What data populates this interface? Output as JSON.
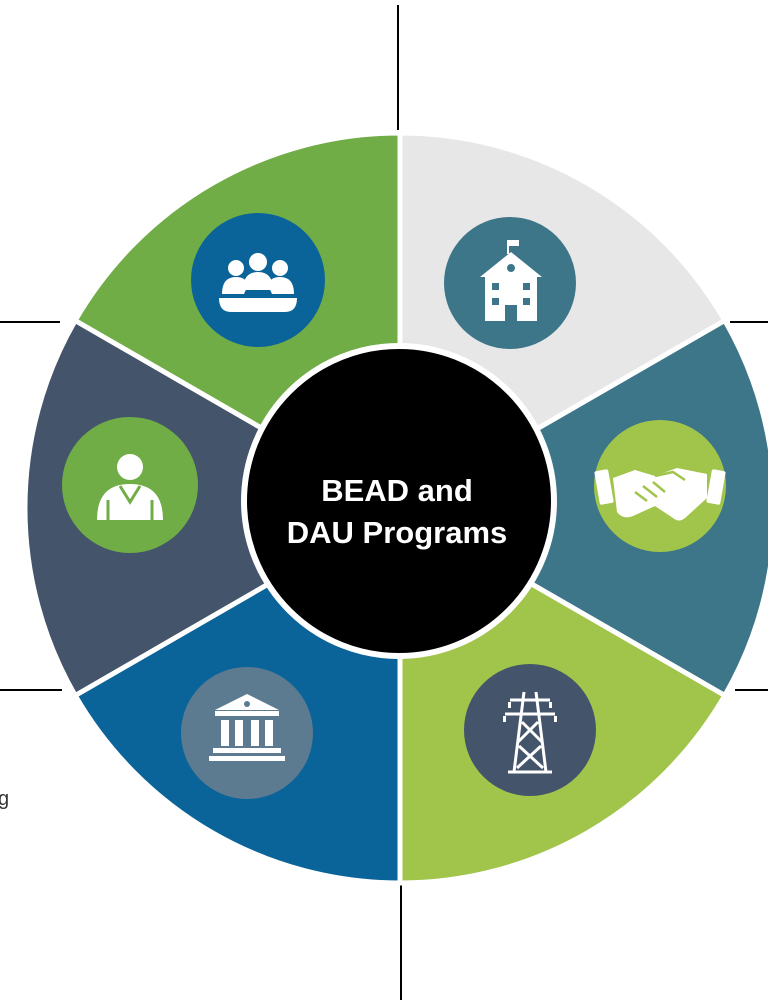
{
  "center": {
    "line1": "BEAD and",
    "line2": "DAU Programs"
  },
  "fragment_text": "g",
  "colors": {
    "green": "#70AD47",
    "light_gray": "#E7E7E7",
    "teal": "#3E7689",
    "lime": "#A1C54B",
    "blue": "#0A6499",
    "slate": "#44546A",
    "center_fill": "#000000",
    "divider": "#ffffff",
    "connector": "#000000",
    "icon_glyph": "#ffffff",
    "icon_bank_badge": "#5C7B91"
  },
  "segments": [
    {
      "id": "top-right",
      "fill": "#E7E7E7",
      "icon": "school-icon",
      "icon_bg": "#3E7689"
    },
    {
      "id": "right",
      "fill": "#3E7689",
      "icon": "handshake-icon",
      "icon_bg": "#A1C54B"
    },
    {
      "id": "bottom-right",
      "fill": "#A1C54B",
      "icon": "power-tower-icon",
      "icon_bg": "#44546A"
    },
    {
      "id": "bottom-left",
      "fill": "#0A6499",
      "icon": "government-building-icon",
      "icon_bg": "#5C7B91"
    },
    {
      "id": "left",
      "fill": "#44546A",
      "icon": "person-icon",
      "icon_bg": "#70AD47"
    },
    {
      "id": "top-left",
      "fill": "#70AD47",
      "icon": "meeting-group-icon",
      "icon_bg": "#0A6499"
    }
  ]
}
